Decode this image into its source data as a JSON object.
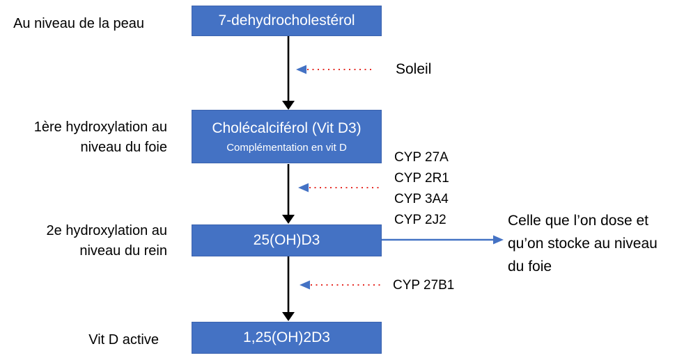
{
  "boxes": [
    {
      "label": "7-dehydrocholestérol"
    },
    {
      "label": "Cholécalciférol (Vit D3)",
      "sublabel": "Complémentation en vit D"
    },
    {
      "label": "25(OH)D3"
    },
    {
      "label": "1,25(OH)2D3"
    }
  ],
  "stage_labels": [
    {
      "lines": [
        "Au niveau de la peau",
        ""
      ]
    },
    {
      "lines": [
        "1ère hydroxylation au",
        "niveau du foie"
      ]
    },
    {
      "lines": [
        "2e hydroxylation au",
        "niveau du rein"
      ]
    },
    {
      "lines": [
        "Vit D active",
        ""
      ]
    }
  ],
  "annotations": {
    "soleil": "Soleil",
    "cyp_enzymes": [
      "CYP 27A",
      "CYP 2R1",
      "CYP 3A4",
      "CYP 2J2"
    ],
    "cyp_27b1": "CYP 27B1",
    "dose_note_lines": [
      "Celle que l’on dose et",
      "qu’on stocke au niveau",
      "du foie"
    ]
  },
  "colors": {
    "box_fill": "#4472C4",
    "box_border": "#3A62AE",
    "dotted_line": "#E62B25",
    "arrowhead_blue": "#4472C4",
    "flow_arrow": "#000000",
    "text": "#000000",
    "box_text": "#FFFFFF"
  }
}
